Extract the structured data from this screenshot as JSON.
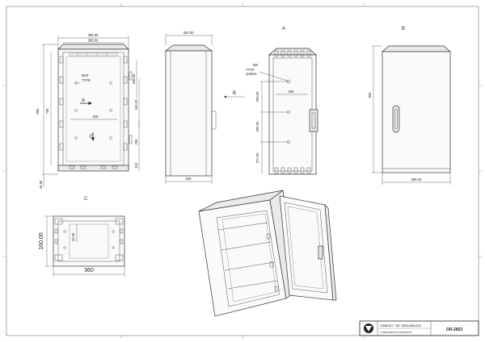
{
  "views": {
    "front_open": {
      "dim_465": "465.00",
      "dim_365": "365.00",
      "dim_855": "855",
      "dim_738": "738",
      "dim_185": "185.00",
      "dim_165": "165.00",
      "dim_255": "255",
      "dim_110": "110",
      "dim_315": "315",
      "dim_4090": "40.90",
      "m10": "M10",
      "typ8": "TYP8",
      "label_a": "A",
      "label_c": "C"
    },
    "side": {
      "dim_320": "320.00",
      "dim_349": "349",
      "label_b": "B"
    },
    "section_a": {
      "title": "A",
      "m6": "M6",
      "typ6": "TYP6",
      "options": "options",
      "dim_260": "260",
      "dim_205": "205.00",
      "dim_20500": "205.00",
      "dim_27250": "272.50"
    },
    "back_b": {
      "title": "B",
      "dim_855": "855",
      "dim_465": "465.00"
    },
    "section_c": {
      "title": "C",
      "dim_160": "160.00",
      "dim_1500": "15.00",
      "dim_360": "360"
    }
  },
  "title_block": {
    "description": "CABINET \"66\" 855x465x320",
    "company": "TYMAR BRUTTO INDUSTRY",
    "drawing_number": "OR-2853"
  }
}
